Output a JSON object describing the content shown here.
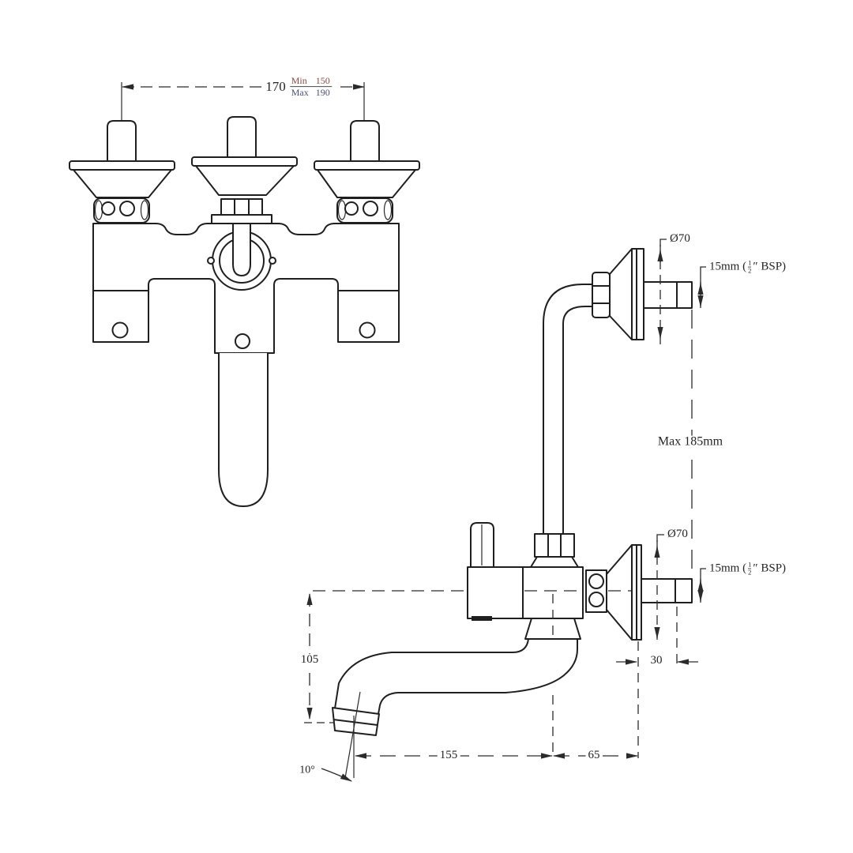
{
  "colors": {
    "ink": "#1f1f1f",
    "paper": "#ffffff",
    "min_text": "#8a4a3e",
    "max_text": "#46507c"
  },
  "front_view": {
    "center_distance": "170",
    "min_word": "Min",
    "min_value": "150",
    "max_word": "Max",
    "max_value": "190"
  },
  "side_view": {
    "top_flange_diameter": "Ø70",
    "top_inlet": {
      "prefix": "15mm (",
      "numerator": "1",
      "denominator": "2",
      "suffix": "″ BSP)"
    },
    "bottom_flange_diameter": "Ø70",
    "bottom_inlet": {
      "prefix": "15mm (",
      "numerator": "1",
      "denominator": "2",
      "suffix": "″ BSP)"
    },
    "max_inlet_distance": "Max 185mm",
    "wall_projection": "30",
    "spout_drop_height": "105",
    "spout_reach": "155",
    "body_to_wall": "65",
    "spout_angle": "10°"
  }
}
